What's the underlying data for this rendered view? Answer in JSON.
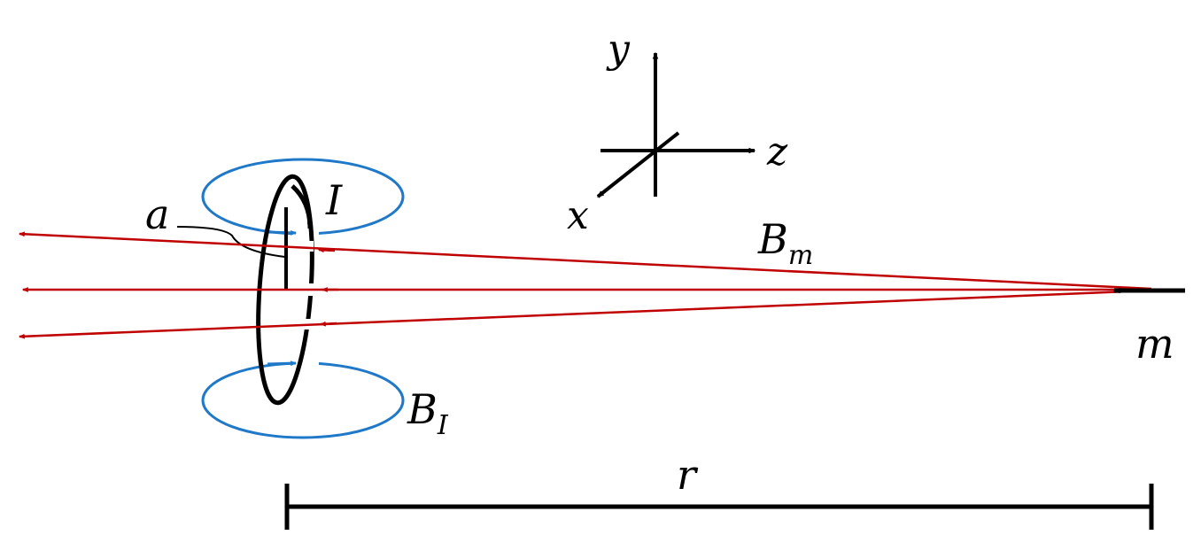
{
  "labels": {
    "axis_y": "y",
    "axis_z": "z",
    "axis_x": "x",
    "current": "I",
    "radius": "a",
    "field_m": "B",
    "field_m_sub": "m",
    "field_i": "B",
    "field_i_sub": "I",
    "moment": "m",
    "distance": "r"
  },
  "colors": {
    "field_m": "#c00000",
    "field_i": "#1f78c8",
    "ink": "#000000"
  }
}
